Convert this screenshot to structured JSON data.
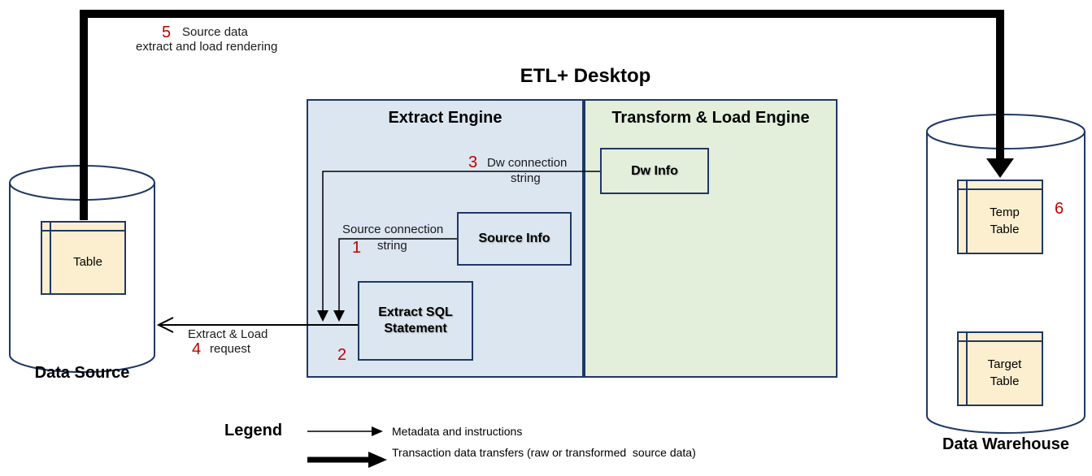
{
  "title": "ETL+ Desktop",
  "data_source": {
    "label": "Data Source",
    "table": {
      "label": "Table"
    }
  },
  "data_warehouse": {
    "label": "Data Warehouse",
    "temp_table": {
      "line1": "Temp",
      "line2": "Table"
    },
    "target_table": {
      "line1": "Target",
      "line2": "Table"
    }
  },
  "extract_engine": {
    "title": "Extract Engine",
    "source_info_label": "Source Info",
    "extract_sql": {
      "line1": "Extract SQL",
      "line2": "Statement"
    }
  },
  "transform_load_engine": {
    "title": "Transform & Load Engine",
    "dw_info_label": "Dw Info"
  },
  "steps": {
    "s1": {
      "num": "1",
      "line1": "Source connection",
      "line2": "string"
    },
    "s2": {
      "num": "2"
    },
    "s3": {
      "num": "3",
      "line1": "Dw connection",
      "line2": "string"
    },
    "s4": {
      "num": "4",
      "line1": "Extract & Load",
      "line2": "request"
    },
    "s5": {
      "num": "5",
      "line1": "Source data",
      "line2": "extract and load rendering"
    },
    "s6": {
      "num": "6"
    }
  },
  "legend": {
    "title": "Legend",
    "metadata_label": "Metadata and instructions",
    "transaction_label": "Transaction data transfers (raw or transformed  source data)"
  },
  "colors": {
    "accent_red": "#C00000",
    "navy_border": "#1F3864",
    "extract_fill": "#DCE6F1",
    "transform_fill": "#E3EEDB",
    "table_fill": "#FCEFD0"
  }
}
